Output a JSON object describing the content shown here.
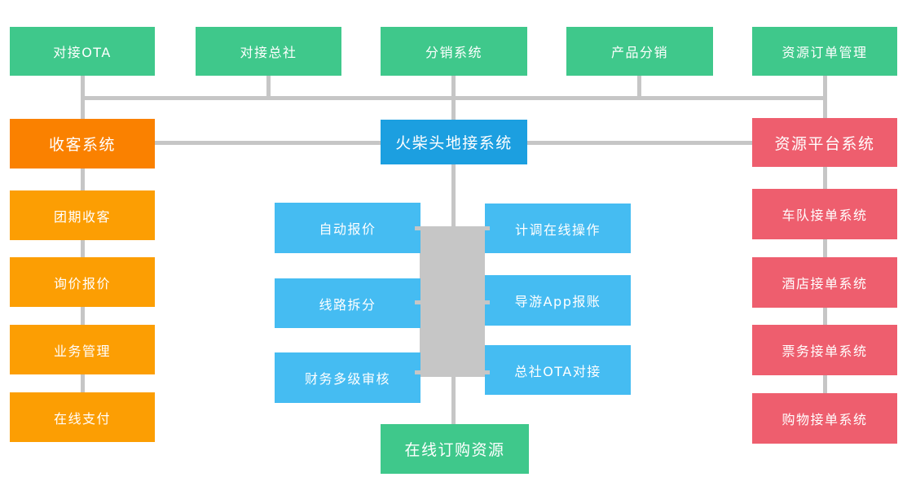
{
  "diagram": {
    "top_row": [
      "对接OTA",
      "对接总社",
      "分销系统",
      "产品分销",
      "资源订单管理"
    ],
    "systems": {
      "left": "收客系统",
      "center": "火柴头地接系统",
      "right": "资源平台系统"
    },
    "left_column": [
      "团期收客",
      "询价报价",
      "业务管理",
      "在线支付"
    ],
    "center_left": [
      "自动报价",
      "线路拆分",
      "财务多级审核"
    ],
    "center_right": [
      "计调在线操作",
      "导游App报账",
      "总社OTA对接"
    ],
    "right_column": [
      "车队接单系统",
      "酒店接单系统",
      "票务接单系统",
      "购物接单系统"
    ],
    "bottom": "在线订购资源",
    "colors": {
      "green": "#3fc88b",
      "orange_dark": "#fa8100",
      "orange": "#fc9e03",
      "blue_dark": "#1c9fe0",
      "blue_light": "#45bcf2",
      "pink": "#ee5e6e",
      "connector_gray": "#c6c6c6"
    }
  }
}
